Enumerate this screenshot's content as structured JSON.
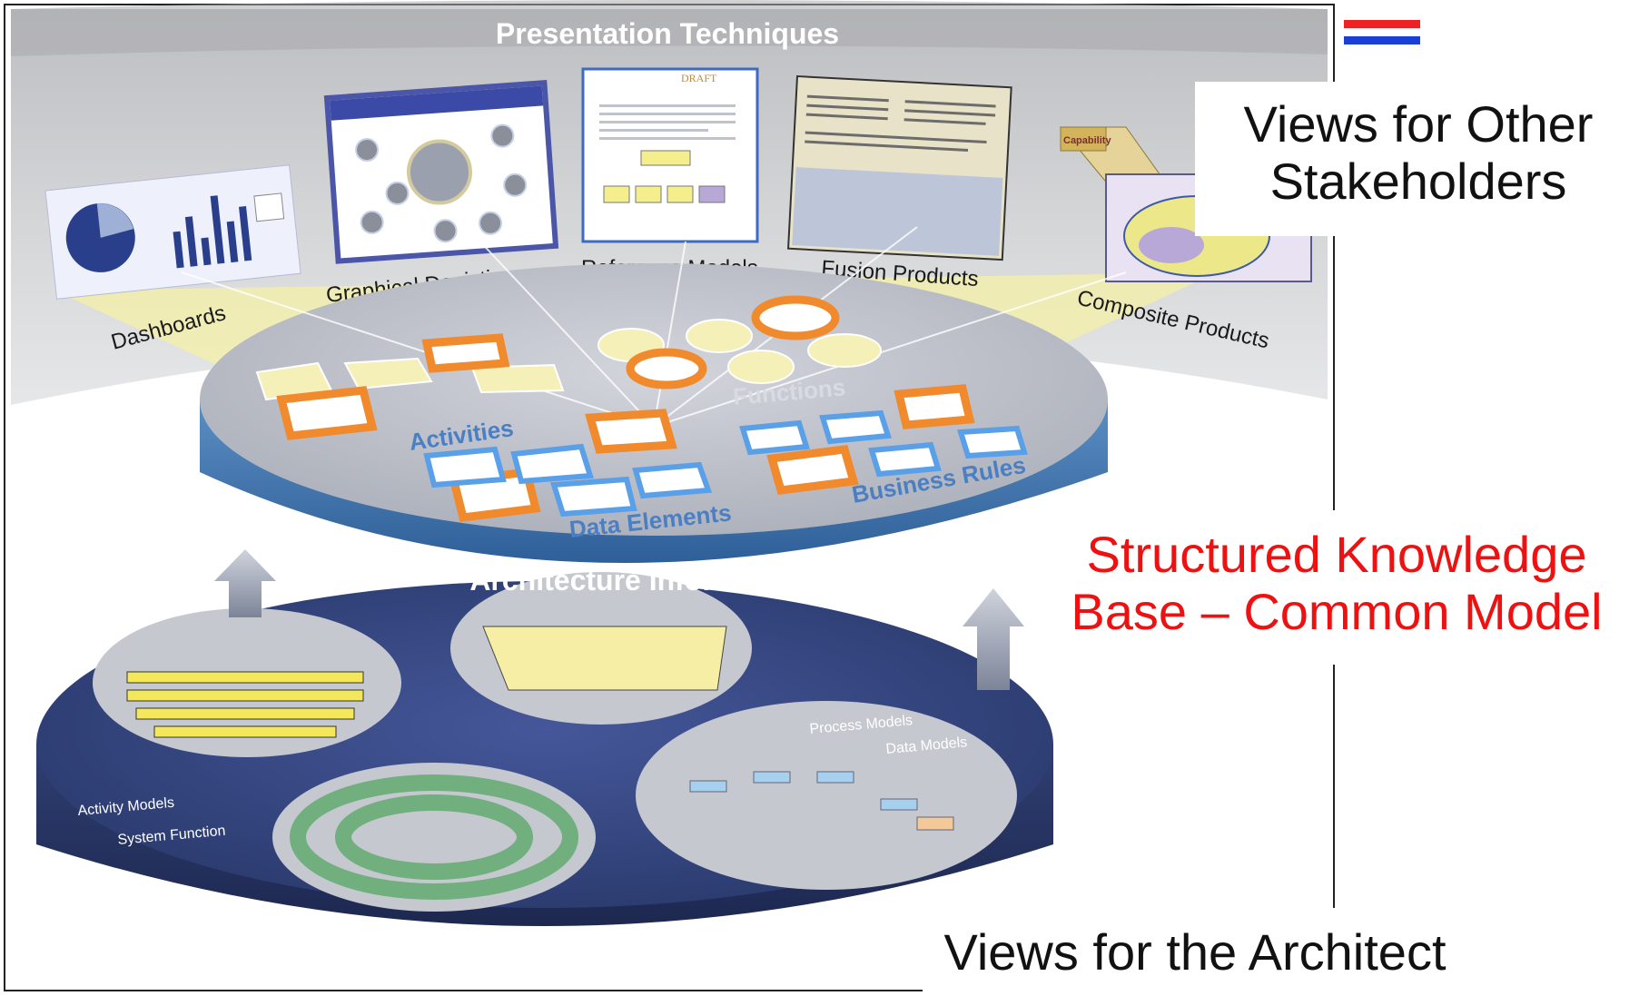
{
  "colors": {
    "band_gray": "#cfd0d2",
    "platter_top": "#c3c6cf",
    "platter_rim": "#4a7eb5",
    "methods_dark": "#2c3e73",
    "tile_orange": "#f08a2c",
    "tile_blue": "#5aa0e8",
    "yellow_beam": "#f4f0a6",
    "callout_red": "#ee1111"
  },
  "icons": {
    "flag": "flag-icon"
  },
  "presentation": {
    "title": "Presentation Techniques",
    "items": [
      "Dashboards",
      "Graphical Depictions",
      "Reference Models",
      "Fusion Products",
      "Composite Products"
    ],
    "capability_label": "Capability",
    "draft_label": "DRAFT"
  },
  "info_platter": {
    "title": "Architecture Information",
    "labels": [
      "Activities",
      "Functions",
      "Data Elements",
      "Business Rules"
    ]
  },
  "methods_platter": {
    "title": "Architecture Methods",
    "labels": [
      "Activity Models",
      "System Function",
      "Process Models",
      "Data Models"
    ]
  },
  "callouts": {
    "other_line1": "Views for Other",
    "other_line2": "Stakeholders",
    "skb_line1": "Structured Knowledge",
    "skb_line2": "Base – Common Model",
    "architect": "Views for the Architect"
  }
}
